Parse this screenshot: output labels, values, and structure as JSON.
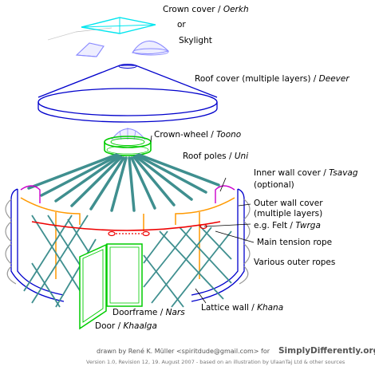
{
  "labels": {
    "crown_cover": {
      "text": "Crown cover / ",
      "term": "Oerkh"
    },
    "or": "or",
    "skylight": "Skylight",
    "roof_cover": {
      "text": "Roof cover (multiple layers) / ",
      "term": "Deever"
    },
    "crown_wheel": {
      "text": "Crown-wheel / ",
      "term": "Toono"
    },
    "roof_poles": {
      "text": "Roof poles / ",
      "term": "Uni"
    },
    "inner_wall_cover": {
      "text": "Inner wall cover / ",
      "term": "Tsavag",
      "line2": "(optional)"
    },
    "outer_wall_cover": {
      "line1": "Outer wall cover",
      "line2": "(multiple layers)",
      "line3": "e.g. Felt / ",
      "term": "Twrga"
    },
    "main_tension_rope": "Main tension rope",
    "various_outer_ropes": "Various outer ropes",
    "lattice_wall": {
      "text": "Lattice wall / ",
      "term": "Khana"
    },
    "doorframe": {
      "text": "Doorframe / ",
      "term": "Nars"
    },
    "door": {
      "text": "Door / ",
      "term": "Khaalga"
    }
  },
  "footer": {
    "credit": "drawn by René K. Müller <spiritdude@gmail.com> for",
    "brand": "SimplyDifferently.org",
    "version": "Version 1.0, Revision 12, 19. August 2007 - based on an illustration by UlaanTaj Ltd & other sources"
  },
  "colors": {
    "crown_cover": "#00e5ee",
    "skylight": "#8888ff",
    "roof_cover": "#0000cc",
    "crown_wheel": "#00cc00",
    "roof_poles": "#3f8f8f",
    "lattice": "#3f8f8f",
    "inner_wall_cover": "#ff9900",
    "wall_cover_outline": "#0000cc",
    "inner_accent": "#cc00cc",
    "tension_rope": "#ee0000",
    "outer_ropes": "#999999",
    "door": "#00cc00"
  },
  "icons": [
    "crown-cover-shape",
    "skylight-shape",
    "roof-cover-shape",
    "crown-wheel-shape",
    "roof-poles",
    "lattice-wall",
    "door-shape"
  ]
}
